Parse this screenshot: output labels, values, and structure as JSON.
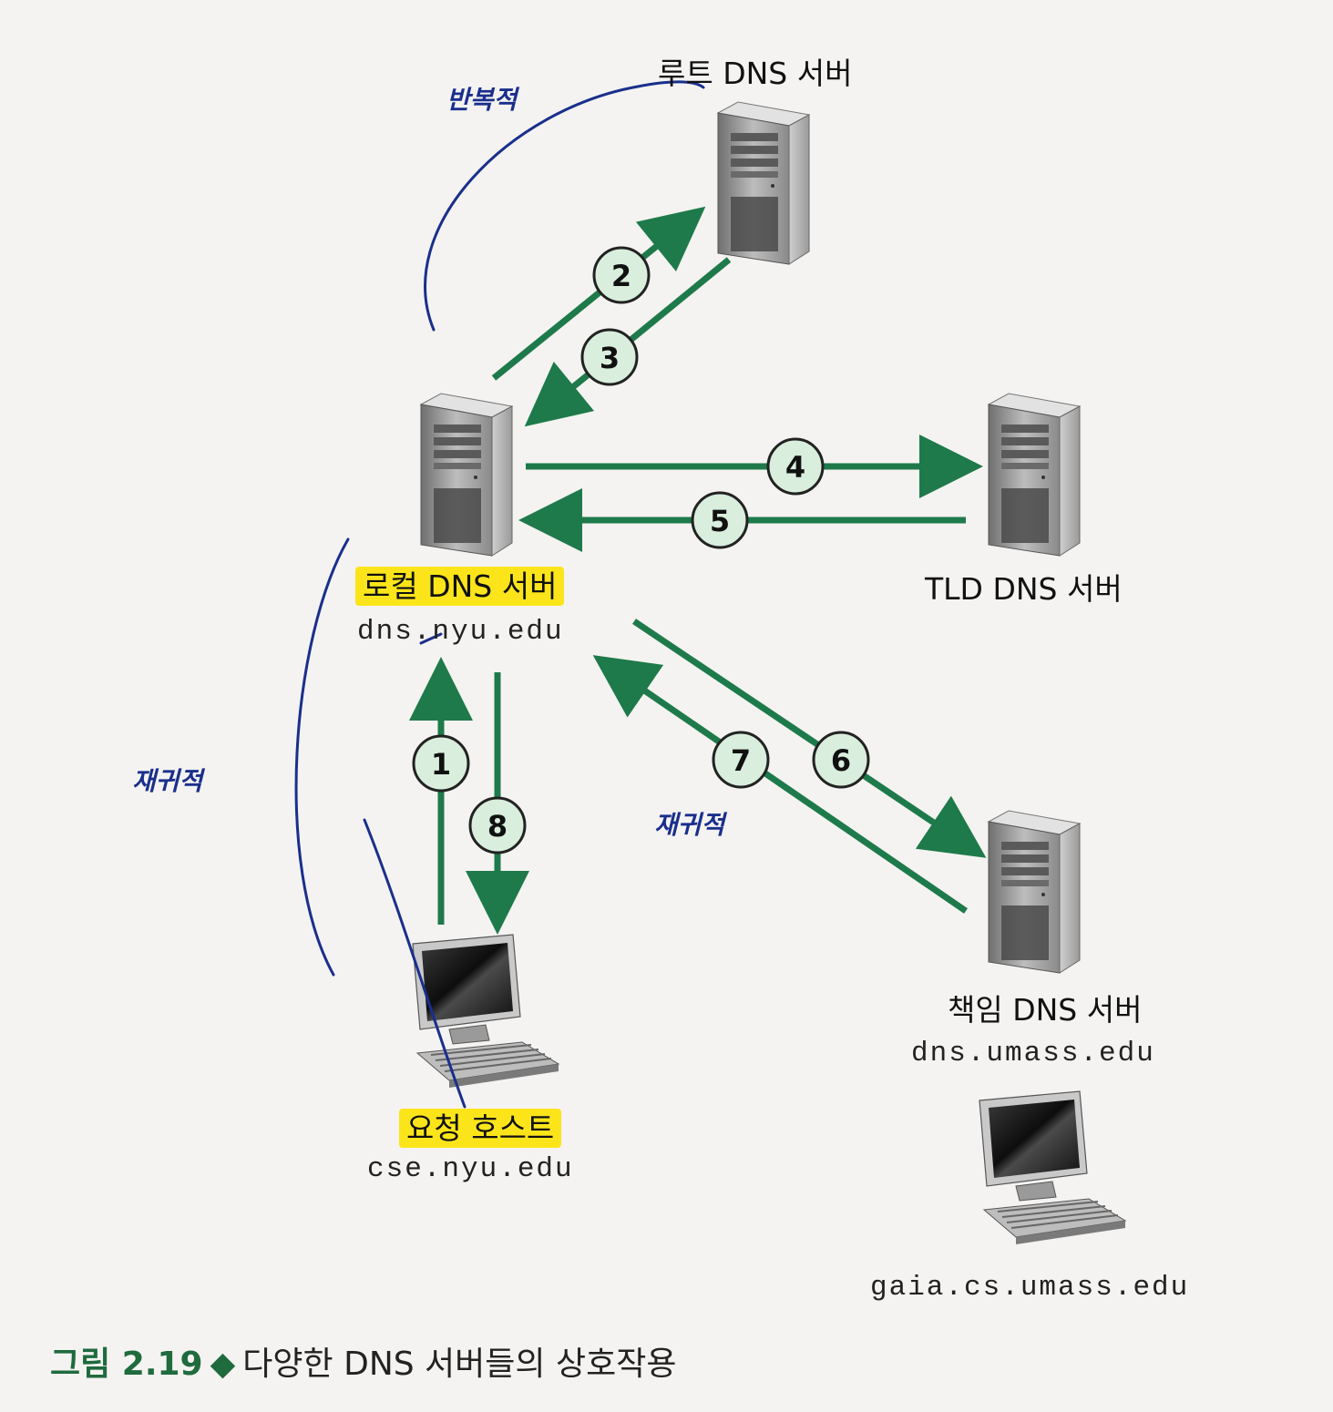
{
  "nodes": {
    "root": {
      "label": "루트 DNS 서버"
    },
    "local": {
      "label": "로컬 DNS 서버",
      "host": "dns.nyu.edu"
    },
    "tld": {
      "label": "TLD DNS 서버"
    },
    "auth": {
      "label": "책임 DNS 서버",
      "host": "dns.umass.edu"
    },
    "requesting": {
      "label": "요청 호스트",
      "host": "cse.nyu.edu"
    },
    "target": {
      "host": "gaia.cs.umass.edu"
    }
  },
  "steps": [
    "1",
    "2",
    "3",
    "4",
    "5",
    "6",
    "7",
    "8"
  ],
  "annotations": [
    "반복적",
    "재귀적",
    "재귀적"
  ],
  "caption": {
    "number": "그림 2.19",
    "text": "다양한 DNS 서버들의 상호작용"
  },
  "colors": {
    "arrow": "#1e7a4a",
    "arrow_light": "#6fba93",
    "circle": "#d9eedd",
    "highlight": "#fbe51a",
    "ink": "#1a2f8c"
  }
}
